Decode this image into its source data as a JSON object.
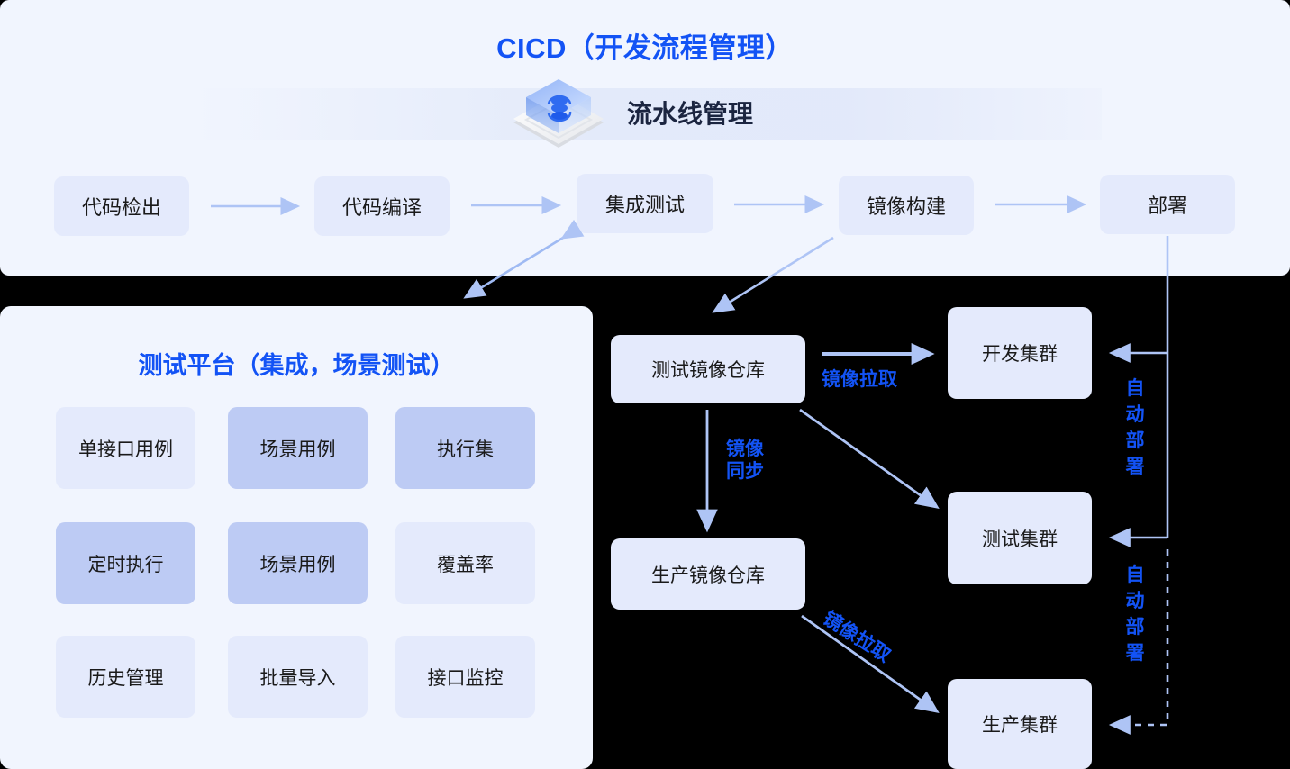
{
  "header": {
    "title": "CICD（开发流程管理）",
    "pipeline_label": "流水线管理",
    "pipeline_icon": "pipeline-cube-icon"
  },
  "colors": {
    "accent_blue": "#1353f5",
    "panel_bg": "#f1f5fe",
    "card_light": "#e4eafc",
    "card_dark": "#bdcbf4",
    "arrow": "#aec4f5",
    "page_bg": "#000000"
  },
  "pipeline": {
    "stages": [
      {
        "label": "代码检出"
      },
      {
        "label": "代码编译"
      },
      {
        "label": "集成测试"
      },
      {
        "label": "镜像构建"
      },
      {
        "label": "部署"
      }
    ]
  },
  "test_platform": {
    "title": "测试平台（集成，场景测试）",
    "cards": [
      {
        "label": "单接口用例",
        "highlight": false
      },
      {
        "label": "场景用例",
        "highlight": true
      },
      {
        "label": "执行集",
        "highlight": true
      },
      {
        "label": "定时执行",
        "highlight": true
      },
      {
        "label": "场景用例",
        "highlight": true
      },
      {
        "label": "覆盖率",
        "highlight": false
      },
      {
        "label": "历史管理",
        "highlight": false
      },
      {
        "label": "批量导入",
        "highlight": false
      },
      {
        "label": "接口监控",
        "highlight": false
      }
    ]
  },
  "registries": {
    "test_repo": "测试镜像仓库",
    "prod_repo": "生产镜像仓库"
  },
  "clusters": {
    "dev": "开发集群",
    "test": "测试集群",
    "prod": "生产集群"
  },
  "edge_labels": {
    "pull_dev": "镜像拉取",
    "sync": "镜像\n同步",
    "pull_prod": "镜像拉取",
    "auto_deploy_1": "自动部署",
    "auto_deploy_2": "自动部署"
  }
}
